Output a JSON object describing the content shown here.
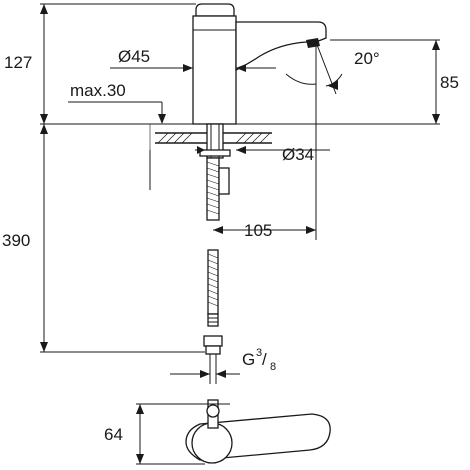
{
  "dimensions": {
    "height_above_deck": "127",
    "spout_diameter": "Ø45",
    "spout_angle": "20°",
    "outlet_height": "85",
    "max_deck_thickness": "max.30",
    "hole_diameter": "Ø34",
    "spout_reach": "105",
    "hose_length": "390",
    "thread_prefix": "G",
    "thread_num": "3",
    "thread_den": "8",
    "plan_depth": "64"
  }
}
